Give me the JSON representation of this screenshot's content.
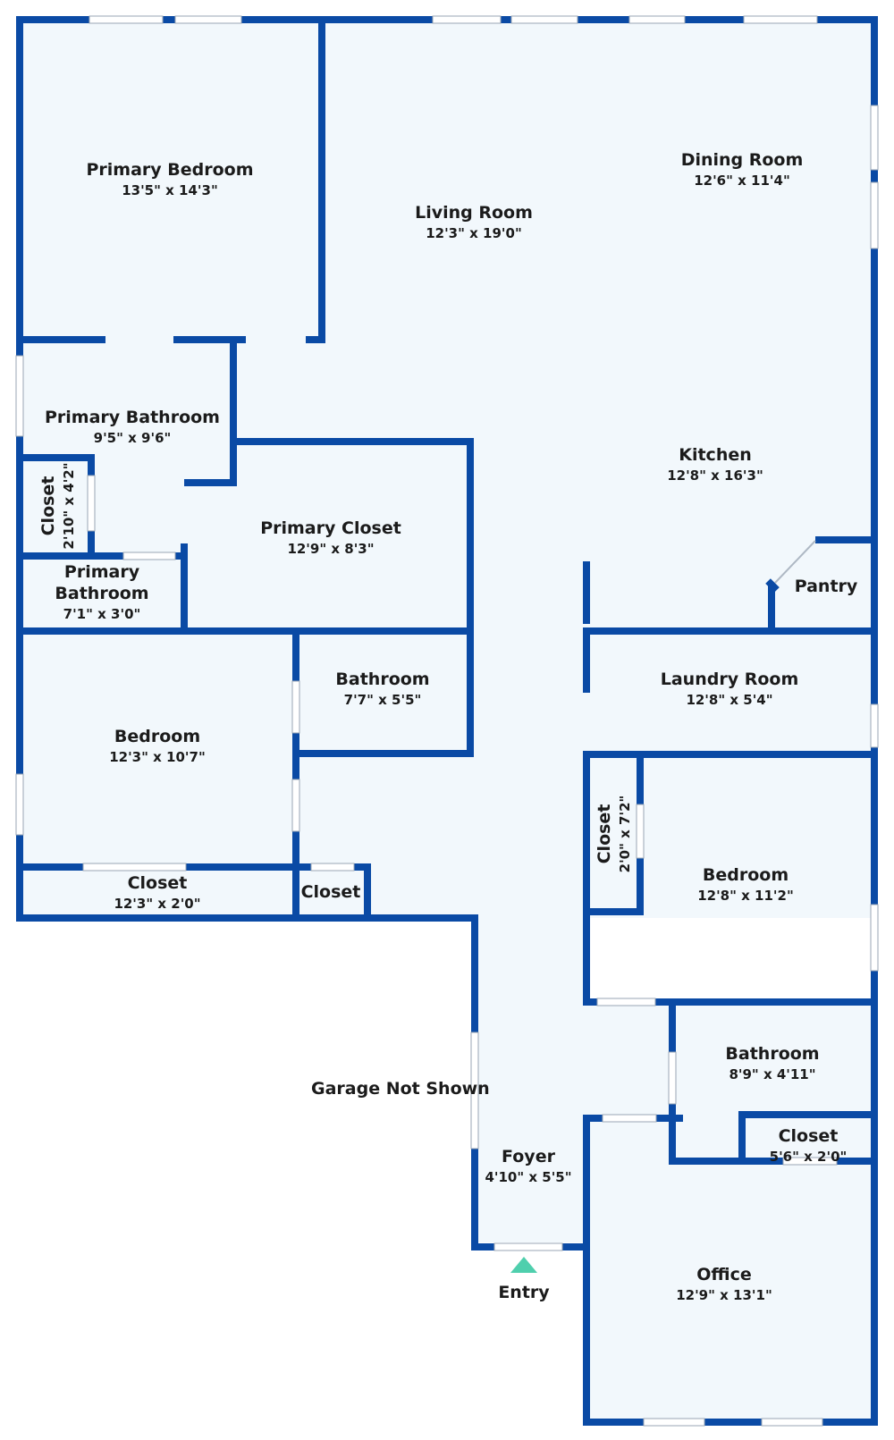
{
  "colors": {
    "wall": "#0a4aa5",
    "floor": "#f2f8fc",
    "entry_marker": "#4fcfad"
  },
  "rooms": {
    "primary_bedroom": {
      "name": "Primary Bedroom",
      "dims": "13'5\" x 14'3\""
    },
    "living_room": {
      "name": "Living Room",
      "dims": "12'3\" x 19'0\""
    },
    "dining_room": {
      "name": "Dining Room",
      "dims": "12'6\" x 11'4\""
    },
    "primary_bathroom": {
      "name": "Primary Bathroom",
      "dims": "9'5\" x 9'6\""
    },
    "kitchen": {
      "name": "Kitchen",
      "dims": "12'8\" x 16'3\""
    },
    "closet_small": {
      "name": "Closet",
      "dims": "2'10\" x 4'2\""
    },
    "primary_closet": {
      "name": "Primary Closet",
      "dims": "12'9\" x 8'3\""
    },
    "primary_bathroom_2": {
      "name_line1": "Primary",
      "name_line2": "Bathroom",
      "dims": "7'1\" x 3'0\""
    },
    "pantry": {
      "name": "Pantry"
    },
    "bathroom_1": {
      "name": "Bathroom",
      "dims": "7'7\" x 5'5\""
    },
    "laundry_room": {
      "name": "Laundry Room",
      "dims": "12'8\" x 5'4\""
    },
    "bedroom_1": {
      "name": "Bedroom",
      "dims": "12'3\" x 10'7\""
    },
    "closet_right": {
      "name": "Closet",
      "dims": "2'0\" x 7'2\""
    },
    "bedroom_2": {
      "name": "Bedroom",
      "dims": "12'8\" x 11'2\""
    },
    "closet_bedroom_1": {
      "name": "Closet",
      "dims": "12'3\" x 2'0\""
    },
    "closet_hall": {
      "name": "Closet"
    },
    "bathroom_2": {
      "name": "Bathroom",
      "dims": "8'9\" x 4'11\""
    },
    "closet_office": {
      "name": "Closet",
      "dims": "5'6\" x 2'0\""
    },
    "foyer": {
      "name": "Foyer",
      "dims": "4'10\" x 5'5\""
    },
    "office": {
      "name": "Office",
      "dims": "12'9\" x 13'1\""
    }
  },
  "labels": {
    "garage_note": "Garage Not Shown",
    "entry": "Entry"
  }
}
